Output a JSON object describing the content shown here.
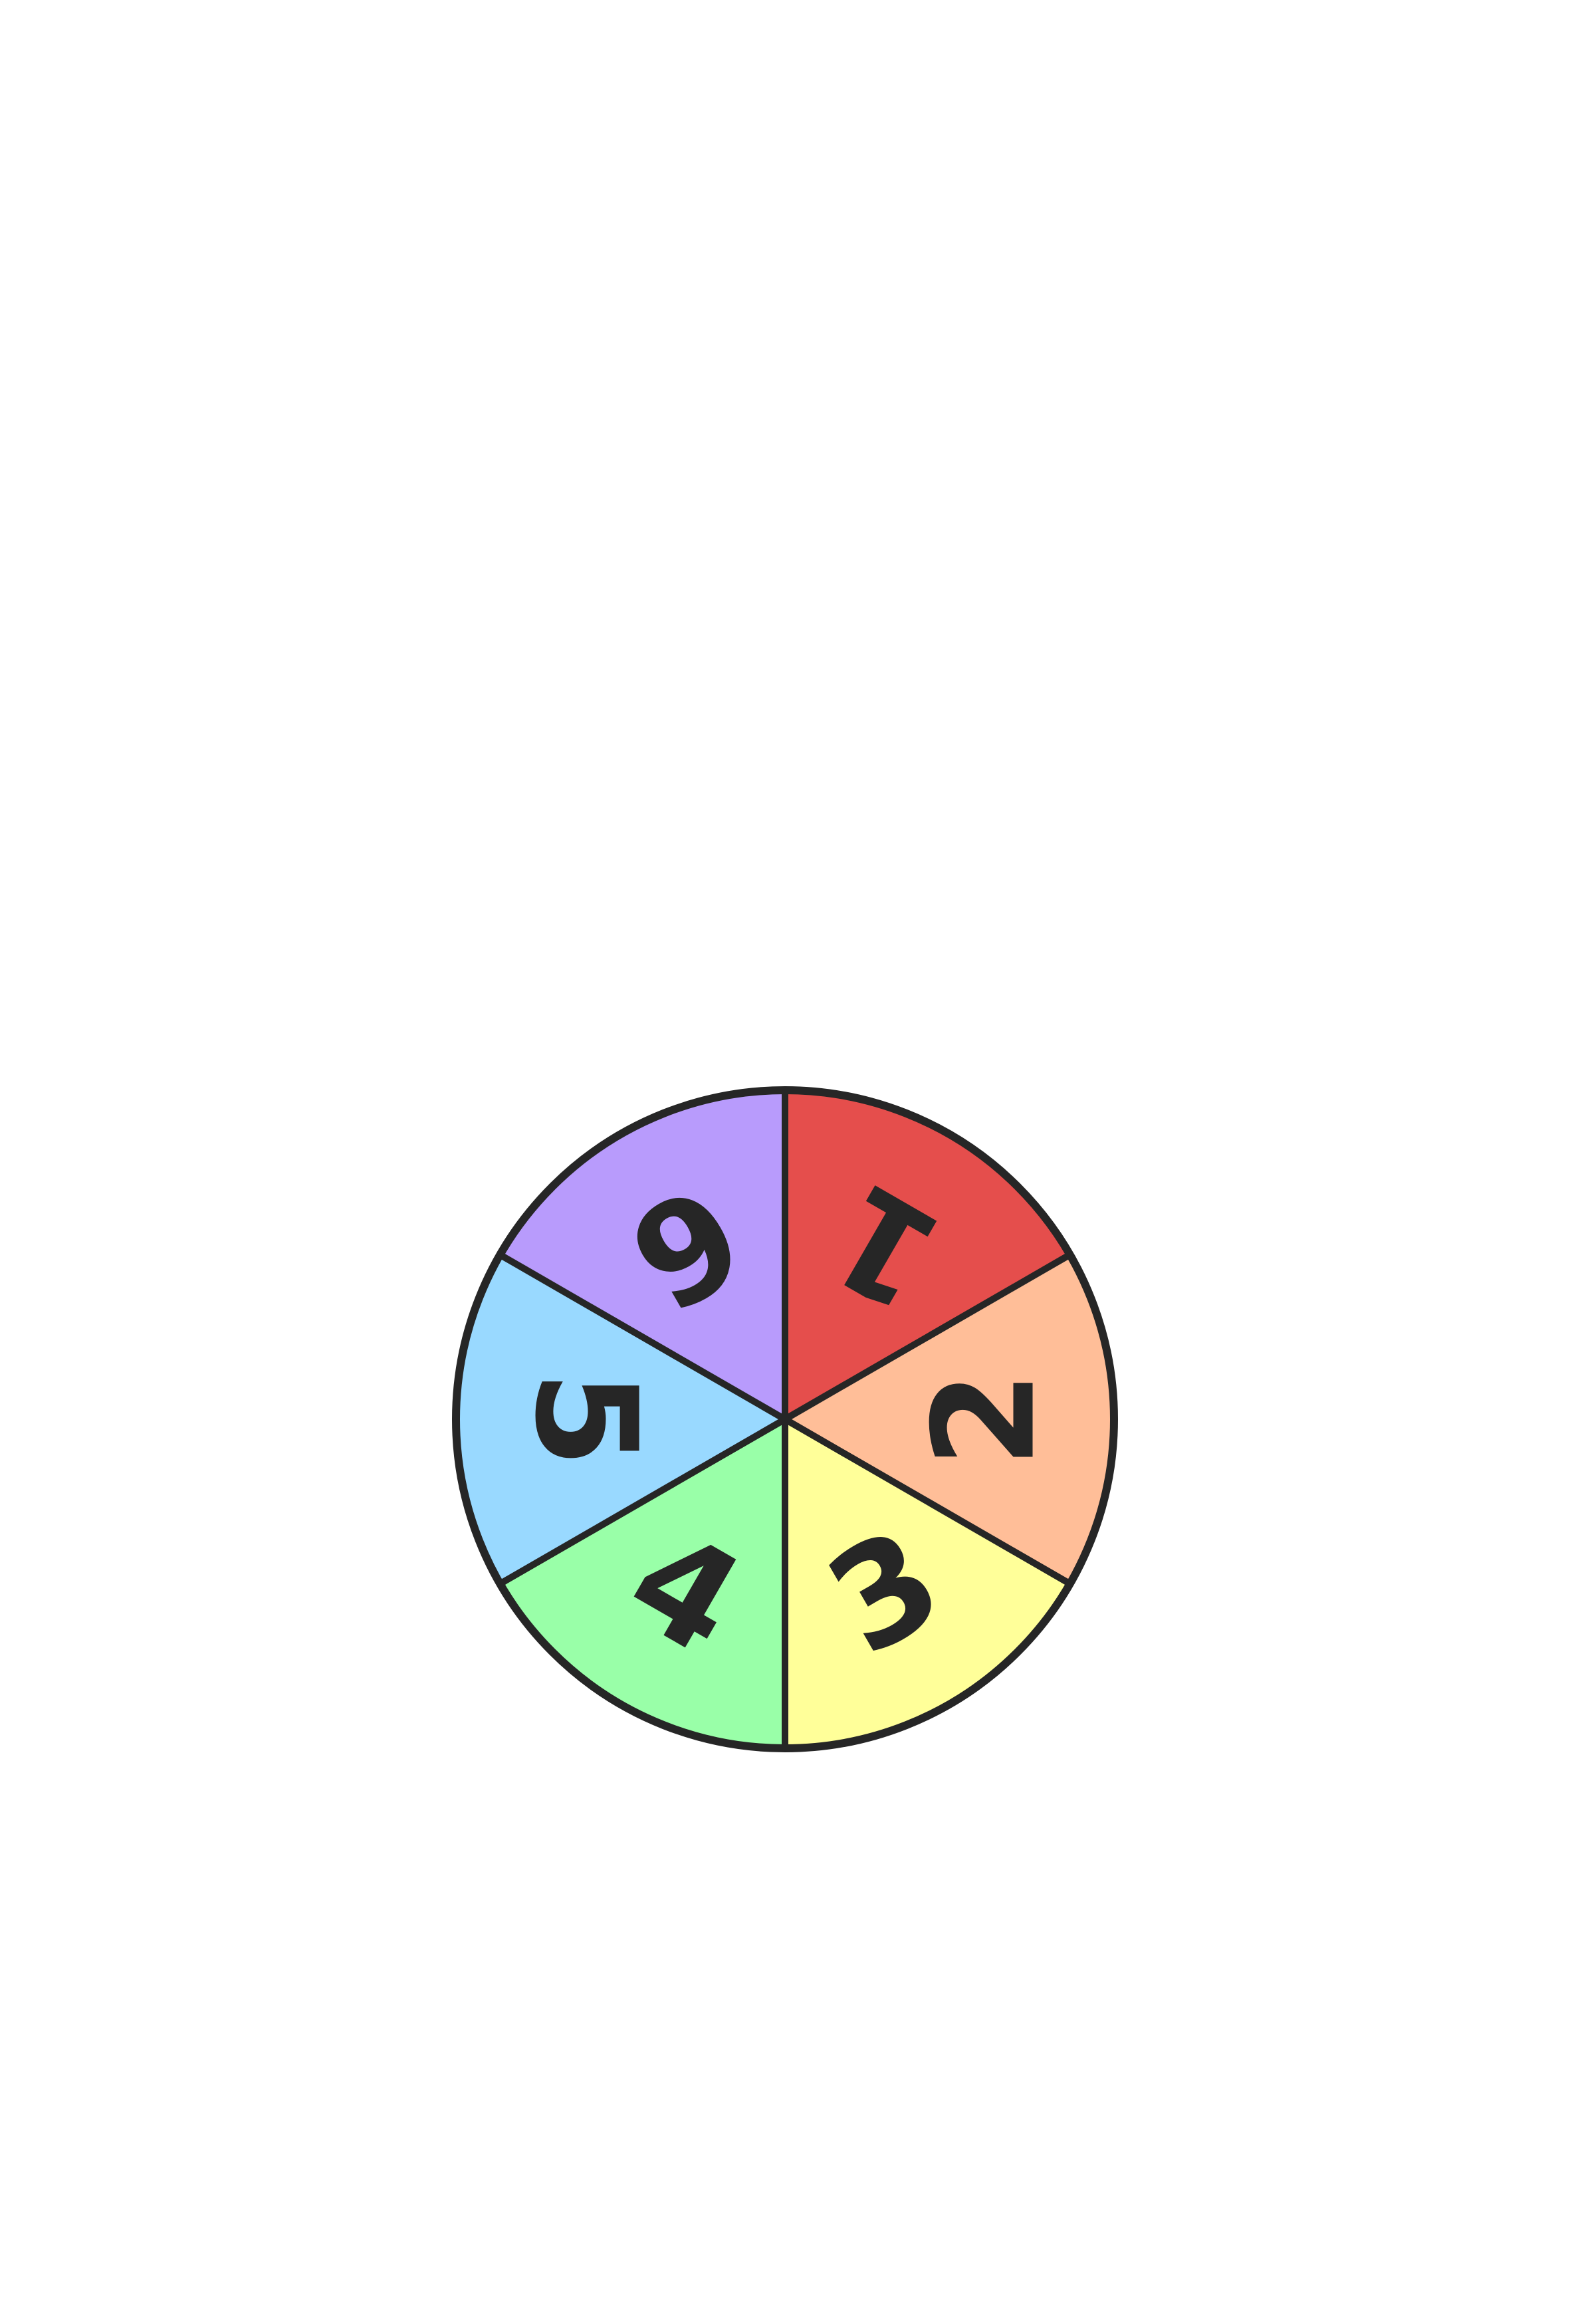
{
  "spinner": {
    "outline_color": "#262626",
    "sectors": [
      {
        "label": "1",
        "color": "#e54e4c"
      },
      {
        "label": "2",
        "color": "#ffbe98"
      },
      {
        "label": "3",
        "color": "#ffff99"
      },
      {
        "label": "4",
        "color": "#99ffa8"
      },
      {
        "label": "5",
        "color": "#99d9ff"
      },
      {
        "label": "6",
        "color": "#b89bfc"
      }
    ]
  }
}
